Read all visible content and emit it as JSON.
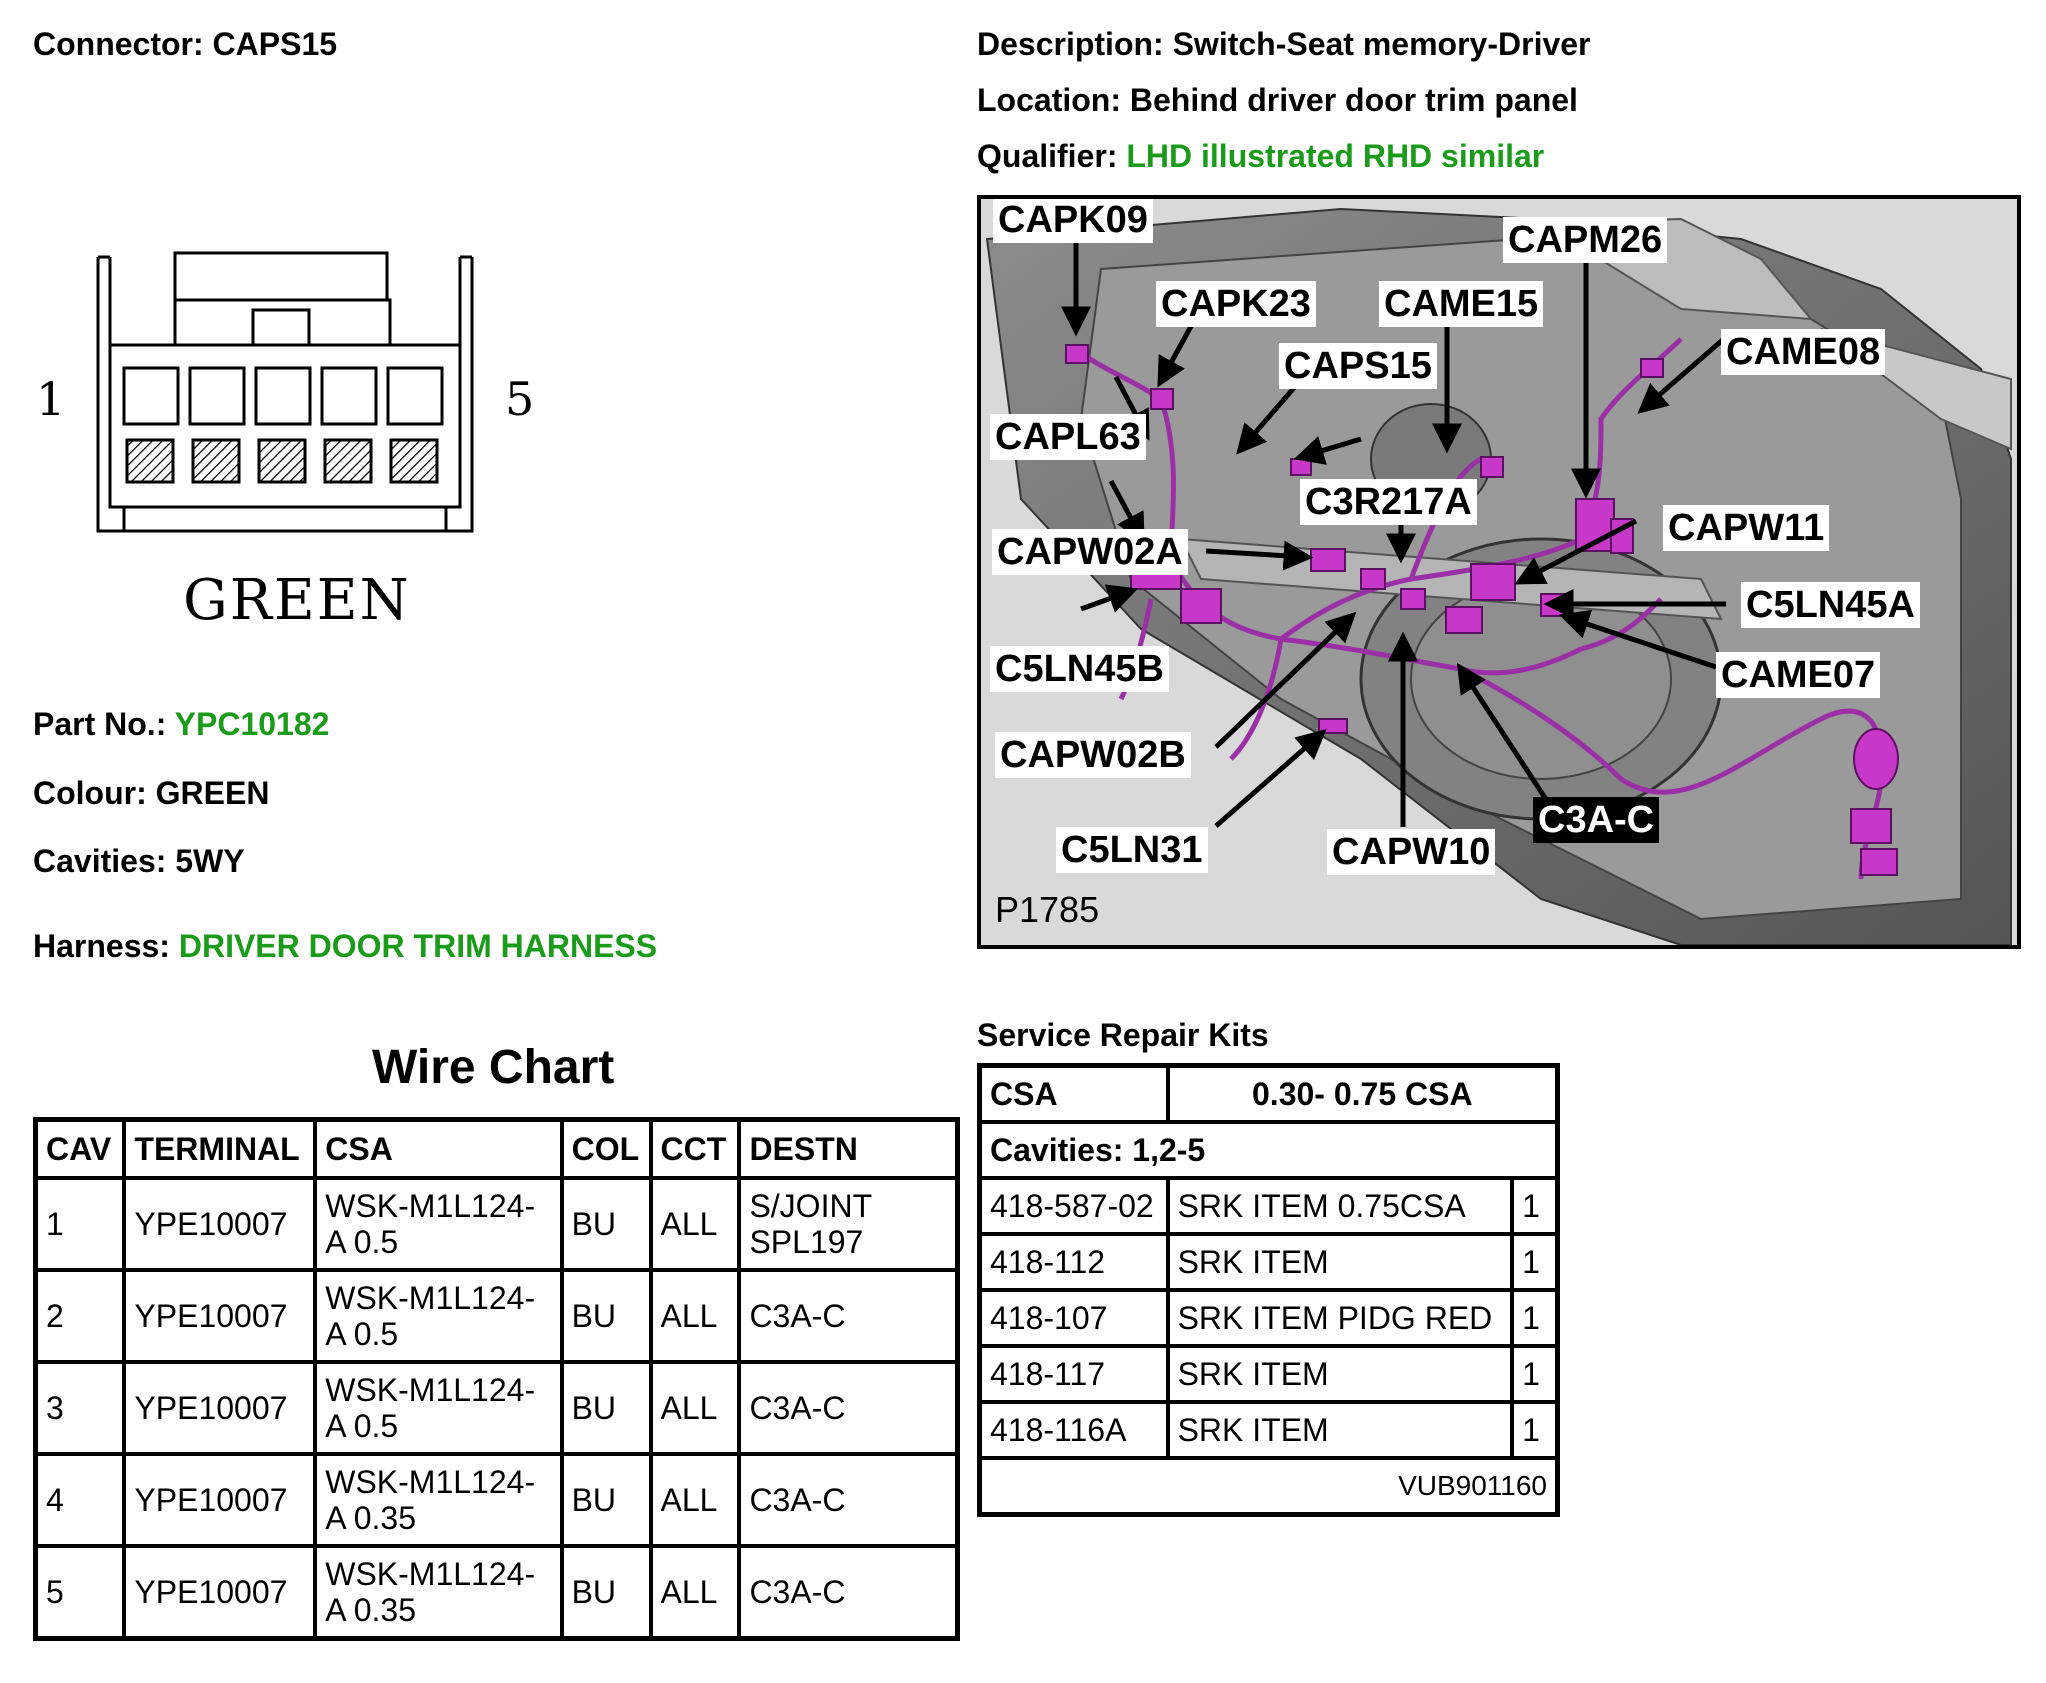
{
  "header": {
    "connector_label": "Connector:",
    "connector_value": "CAPS15",
    "description_label": "Description:",
    "description_value": "Switch-Seat memory-Driver",
    "location_label": "Location:",
    "location_value": "Behind driver door trim panel",
    "qualifier_label": "Qualifier:",
    "qualifier_value": "LHD illustrated RHD similar"
  },
  "connector_drawing": {
    "pin_first": "1",
    "pin_last": "5",
    "colour_label": "GREEN",
    "cavity_count": 5
  },
  "specs": {
    "part_no_label": "Part No.:",
    "part_no_value": "YPC10182",
    "colour_label": "Colour:",
    "colour_value": "GREEN",
    "cavities_label": "Cavities:",
    "cavities_value": "5WY",
    "harness_label": "Harness:",
    "harness_value": "DRIVER DOOR TRIM HARNESS"
  },
  "wire_chart": {
    "title": "Wire Chart",
    "headers": [
      "CAV",
      "TERMINAL",
      "CSA",
      "COL",
      "CCT",
      "DESTN"
    ],
    "rows": [
      {
        "cav": "1",
        "terminal": "YPE10007",
        "csa_1": "WSK-M1L124-",
        "csa_2": "A 0.5",
        "col": "BU",
        "cct": "ALL",
        "destn_1": "S/JOINT",
        "destn_2": "SPL197"
      },
      {
        "cav": "2",
        "terminal": "YPE10007",
        "csa_1": "WSK-M1L124-",
        "csa_2": "A 0.5",
        "col": "BU",
        "cct": "ALL",
        "destn_1": "C3A-C",
        "destn_2": ""
      },
      {
        "cav": "3",
        "terminal": "YPE10007",
        "csa_1": "WSK-M1L124-",
        "csa_2": "A 0.5",
        "col": "BU",
        "cct": "ALL",
        "destn_1": "C3A-C",
        "destn_2": ""
      },
      {
        "cav": "4",
        "terminal": "YPE10007",
        "csa_1": "WSK-M1L124-",
        "csa_2": "A 0.35",
        "col": "BU",
        "cct": "ALL",
        "destn_1": "C3A-C",
        "destn_2": ""
      },
      {
        "cav": "5",
        "terminal": "YPE10007",
        "csa_1": "WSK-M1L124-",
        "csa_2": "A 0.35",
        "col": "BU",
        "cct": "ALL",
        "destn_1": "C3A-C",
        "destn_2": ""
      }
    ]
  },
  "service_kits": {
    "title": "Service Repair Kits",
    "csa_label": "CSA",
    "csa_value": "0.30- 0.75 CSA",
    "cavities_text": "Cavities: 1,2-5",
    "items": [
      {
        "code": "418-587-02",
        "name": "SRK ITEM 0.75CSA",
        "qty": "1"
      },
      {
        "code": "418-112",
        "name": "SRK ITEM",
        "qty": "1"
      },
      {
        "code": "418-107",
        "name": "SRK ITEM PIDG RED",
        "qty": "1"
      },
      {
        "code": "418-117",
        "name": "SRK ITEM",
        "qty": "1"
      },
      {
        "code": "418-116A",
        "name": "SRK ITEM",
        "qty": "1"
      }
    ],
    "footer_code": "VUB901160"
  },
  "illustration": {
    "figure_ref": "P1785",
    "labels": [
      "CAPK09",
      "CAPM26",
      "CAPK23",
      "CAME15",
      "CAME08",
      "CAPS15",
      "CAPL63",
      "C3R217A",
      "CAPW11",
      "CAPW02A",
      "C5LN45A",
      "C5LN45B",
      "CAME07",
      "CAPW02B",
      "C3A-C",
      "C5LN31",
      "CAPW10"
    ],
    "colors": {
      "harness": "#9b30a6",
      "connector": "#c838c8",
      "door_panel": "#6f6f6f",
      "background": "#d9d9d9"
    }
  },
  "colors": {
    "accent_green": "#1a9b1a",
    "text": "#000000"
  }
}
